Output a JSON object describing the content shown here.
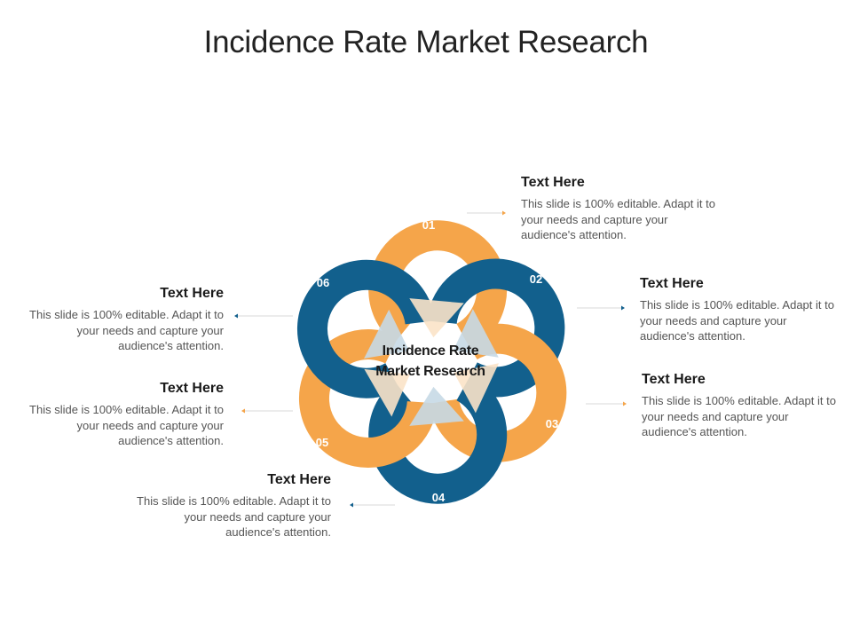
{
  "title": "Incidence Rate Market Research",
  "center_label_line1": "Incidence Rate",
  "center_label_line2": "Market Research",
  "colors": {
    "orange": "#F5A54A",
    "blue": "#12608D",
    "light_orange": "#FBE3C8",
    "light_blue": "#C7D9E6"
  },
  "petals": [
    {
      "number": "01",
      "color": "orange"
    },
    {
      "number": "02",
      "color": "blue"
    },
    {
      "number": "03",
      "color": "orange"
    },
    {
      "number": "04",
      "color": "blue"
    },
    {
      "number": "05",
      "color": "orange"
    },
    {
      "number": "06",
      "color": "blue"
    }
  ],
  "callouts": [
    {
      "heading": "Text Here",
      "body": "This slide is 100% editable. Adapt it to your needs and capture your audience's attention."
    },
    {
      "heading": "Text Here",
      "body": "This slide is 100% editable. Adapt it to your needs and capture your audience's attention."
    },
    {
      "heading": "Text Here",
      "body": "This slide is 100% editable. Adapt it to your needs and capture your audience's attention."
    },
    {
      "heading": "Text Here",
      "body": "This slide is 100% editable. Adapt it to your needs and capture your audience's attention."
    },
    {
      "heading": "Text Here",
      "body": "This slide is 100% editable. Adapt it to your needs and capture your audience's attention."
    },
    {
      "heading": "Text Here",
      "body": "This slide is 100% editable. Adapt it to your needs and capture your audience's attention."
    }
  ]
}
